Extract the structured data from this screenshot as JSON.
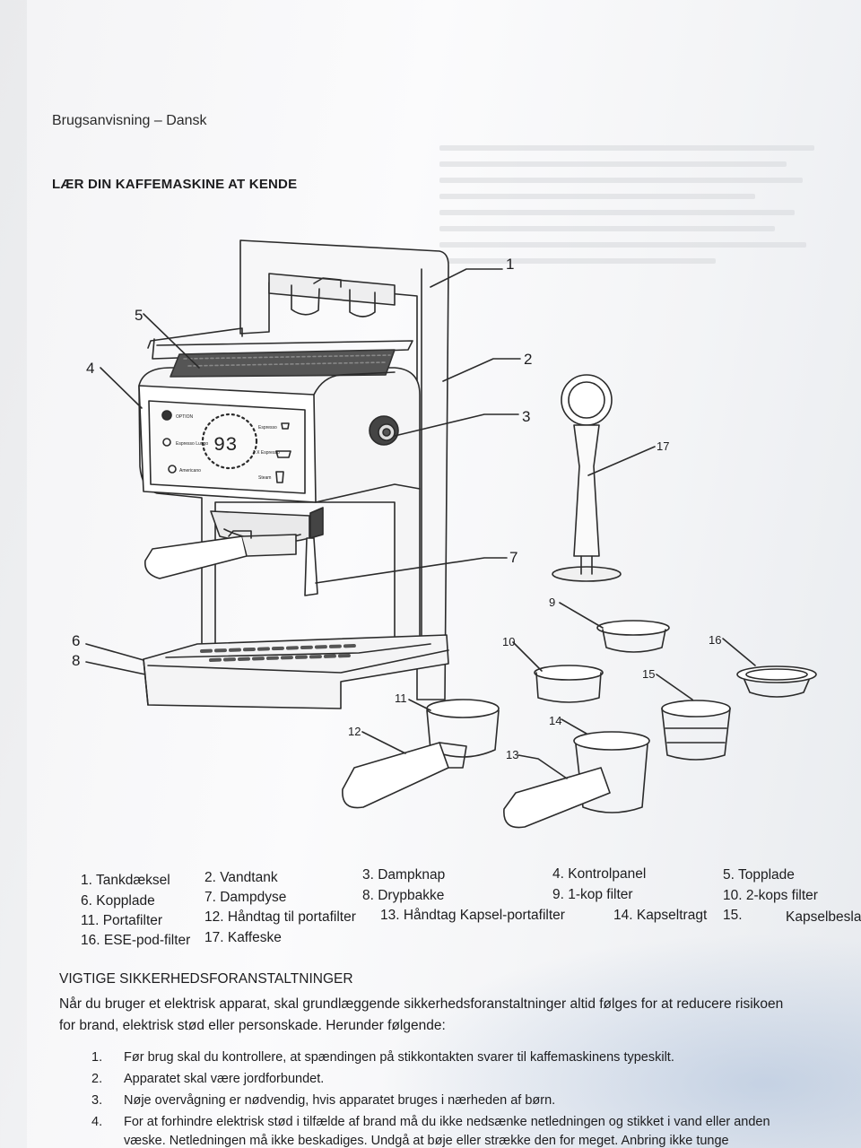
{
  "document": {
    "header": "Brugsanvisning – Dansk",
    "section_title": "LÆR DIN KAFFEMASKINE AT KENDE",
    "display_value": "93",
    "panel_labels": {
      "option": "OPTION",
      "espresso": "Espresso",
      "espresso_lungo": "Espresso Lungo",
      "two_x_espresso": "2 X Espresso",
      "americano": "Americano",
      "steam": "Steam"
    },
    "callouts": [
      "1",
      "2",
      "3",
      "4",
      "5",
      "6",
      "7",
      "8",
      "9",
      "10",
      "11",
      "12",
      "13",
      "14",
      "15",
      "16",
      "17"
    ],
    "legend": [
      "1. Tankdæksel",
      "2. Vandtank",
      "3. Dampknap",
      "4. Kontrolpanel",
      "5. Topplade",
      "6. Kopplade",
      "7. Dampdyse",
      "8. Drypbakke",
      "9. 1-kop filter",
      "10. 2-kops filter",
      "11. Portafilter",
      "12. Håndtag til portafilter",
      "13. Håndtag Kapsel-portafilter",
      "14. Kapseltragt",
      "15.",
      "Kapselbeslag",
      "16. ESE-pod-filter",
      "17. Kaffeske"
    ],
    "safety_title": "VIGTIGE SIKKERHEDSFORANSTALTNINGER",
    "intro_line1": "Når du bruger et elektrisk apparat, skal grundlæggende sikkerhedsforanstaltninger altid følges for at reducere risikoen",
    "intro_line2": "for brand, elektrisk stød eller personskade. Herunder følgende:",
    "items": [
      {
        "num": "1.",
        "text": "Før brug skal du kontrollere, at spændingen på stikkontakten svarer til kaffemaskinens typeskilt."
      },
      {
        "num": "2.",
        "text": "Apparatet skal være jordforbundet."
      },
      {
        "num": "3.",
        "text": "Nøje overvågning er nødvendig, hvis apparatet bruges i nærheden af børn."
      },
      {
        "num": "4.",
        "text": "For at forhindre elektrisk stød i tilfælde af brand må du ikke nedsænke netledningen og stikket i vand eller anden"
      }
    ],
    "item4_cont": "væske. Netledningen må ikke beskadiges. Undgå at bøje eller strække den for meget. Anbring ikke tunge"
  }
}
